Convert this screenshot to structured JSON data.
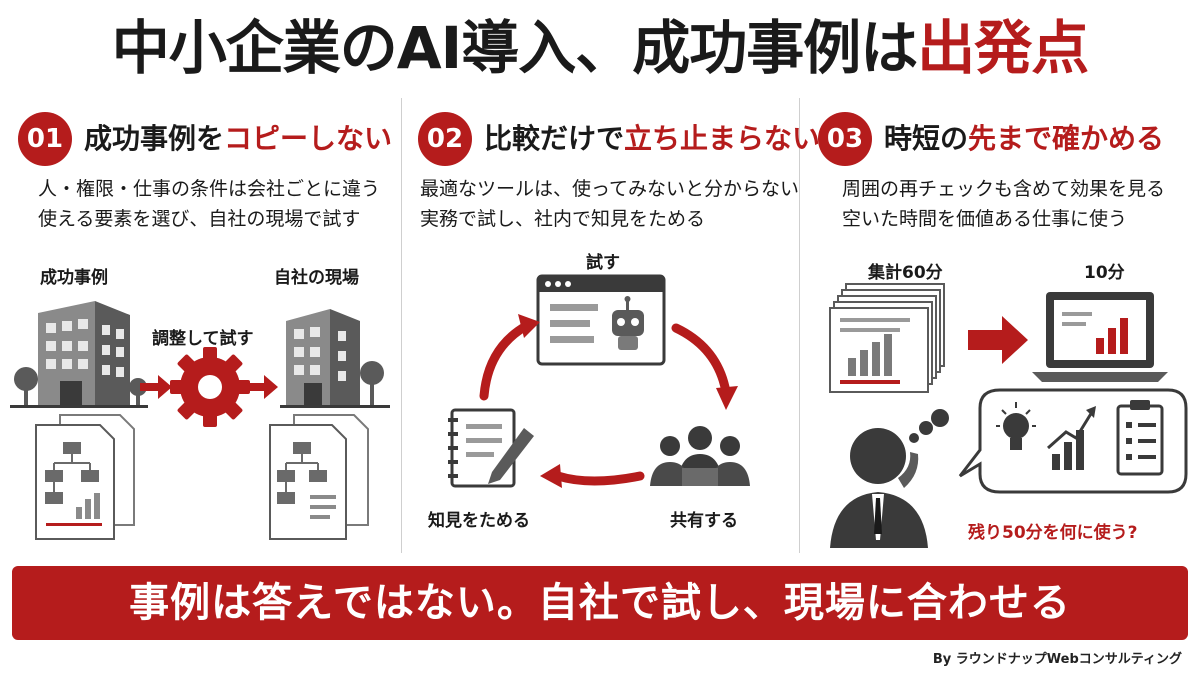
{
  "title": {
    "main": "中小企業のAI導入、成功事例は",
    "accent": "出発点"
  },
  "columns": [
    {
      "number": "01",
      "heading": "成功事例を",
      "heading_accent": "コピーしない",
      "desc": [
        "人・権限・仕事の条件は会社ごとに違う",
        "使える要素を選び、自社の現場で試す"
      ],
      "labels": {
        "left": "成功事例",
        "right": "自社の現場",
        "middle": "調整して試す"
      }
    },
    {
      "number": "02",
      "heading": "比較だけで",
      "heading_accent": "立ち止まらない",
      "desc": [
        "最適なツールは、使ってみないと分からない",
        "実務で試し、社内で知見をためる"
      ],
      "labels": {
        "top": "試す",
        "right": "共有する",
        "left": "知見をためる"
      }
    },
    {
      "number": "03",
      "heading": "時短の",
      "heading_accent": "先まで確かめる",
      "desc": [
        "周囲の再チェックも含めて効果を見る",
        "空いた時間を価値ある仕事に使う"
      ],
      "labels": {
        "before": "集計60分",
        "after": "10分",
        "question": "残り50分を何に使う?"
      }
    }
  ],
  "banner": "事例は答えではない。自社で試し、現場に合わせる",
  "credit": "By ラウンドナップWebコンサルティング",
  "colors": {
    "accent": "#b51c1c",
    "dark": "#3a3a3a",
    "mid": "#8a8a8a",
    "light": "#d9d9d9"
  },
  "icons": [
    "office-building-icon",
    "gear-icon",
    "flowchart-document-icon",
    "browser-robot-icon",
    "team-icon",
    "notebook-pencil-icon",
    "paper-stack-icon",
    "laptop-chart-icon",
    "thinking-person-icon",
    "lightbulb-icon",
    "growth-chart-icon",
    "checklist-icon"
  ]
}
